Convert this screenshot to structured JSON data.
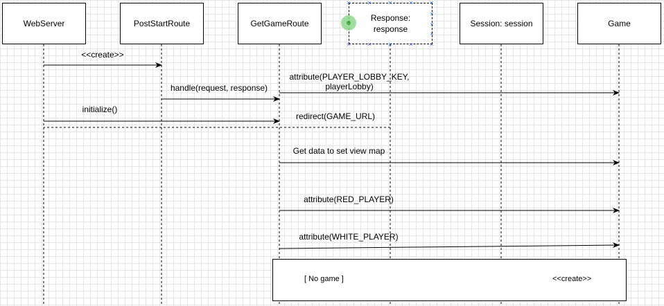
{
  "diagram": {
    "lifelines": [
      {
        "id": "webserver",
        "label": "WebServer"
      },
      {
        "id": "poststartroute",
        "label": "PostStartRoute"
      },
      {
        "id": "getgameroute",
        "label": "GetGameRoute"
      },
      {
        "id": "response",
        "label": "Response:\nresponse"
      },
      {
        "id": "session",
        "label": "Session: session"
      },
      {
        "id": "game",
        "label": "Game"
      }
    ],
    "messages": [
      {
        "id": "create",
        "label": "<<create>>",
        "from": "webserver",
        "to": "poststartroute",
        "style": "solid"
      },
      {
        "id": "handle",
        "label": "handle(request, response)",
        "from": "poststartroute",
        "to": "getgameroute",
        "style": "solid"
      },
      {
        "id": "attr-lobby",
        "label": "attribute(PLAYER_LOBBY_KEY,\nplayerLobby)",
        "from": "getgameroute",
        "to": "game",
        "style": "solid"
      },
      {
        "id": "initialize",
        "label": "initialize()",
        "from": "webserver",
        "to": "getgameroute",
        "style": "solid"
      },
      {
        "id": "redirect",
        "label": "redirect(GAME_URL)",
        "from": "response",
        "to": "webserver",
        "style": "dashed"
      },
      {
        "id": "get-data",
        "label": "Get data to set view map",
        "from": "getgameroute",
        "to": "game",
        "style": "solid"
      },
      {
        "id": "attr-red",
        "label": "attribute(RED_PLAYER)",
        "from": "getgameroute",
        "to": "game",
        "style": "solid"
      },
      {
        "id": "attr-white",
        "label": "attribute(WHITE_PLAYER)",
        "from": "getgameroute",
        "to": "game",
        "style": "solid"
      }
    ],
    "fragment": {
      "guard": "[ No game ]",
      "message": "<<create>>"
    }
  }
}
